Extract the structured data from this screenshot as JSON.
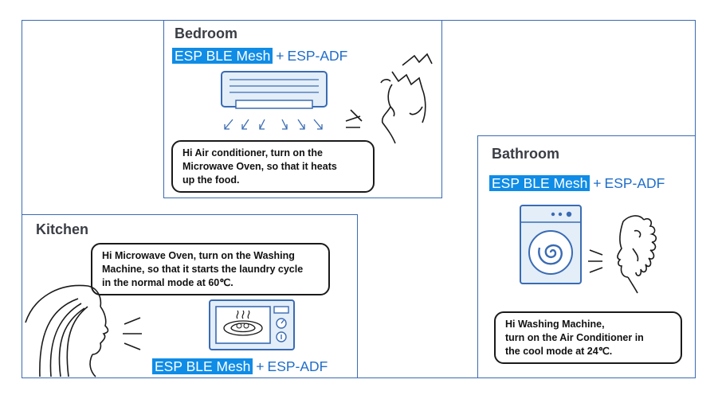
{
  "tag": {
    "mesh": "ESP BLE Mesh",
    "plus": "+",
    "adf": "ESP-ADF"
  },
  "bedroom": {
    "title": "Bedroom",
    "speech": [
      "Hi Air conditioner, turn on the",
      "Microwave Oven, so that it heats",
      "up the food."
    ]
  },
  "kitchen": {
    "title": "Kitchen",
    "speech": [
      "Hi Microwave Oven, turn on the Washing",
      "Machine, so that it starts the laundry cycle",
      "in the normal mode at 60℃."
    ]
  },
  "bathroom": {
    "title": "Bathroom",
    "speech": [
      "Hi Washing Machine,",
      "turn on the Air Conditioner in",
      "the cool mode at 24℃."
    ]
  },
  "icons": [
    "air-conditioner-icon",
    "microwave-oven-icon",
    "washing-machine-icon",
    "person-icon"
  ],
  "colors": {
    "border": "#3a6bb3",
    "highlight": "#0f8ce6",
    "accent": "#1f6ec9",
    "title": "#3a3d44"
  }
}
